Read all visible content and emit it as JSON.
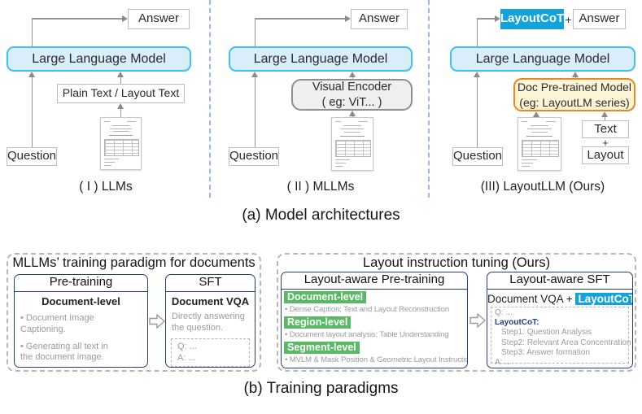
{
  "colors": {
    "accent_blue": "#14a2da",
    "llm_fill": "#d9edfb",
    "llm_border": "#3ec1f2",
    "doc_model_fill": "#fdf5d5",
    "doc_model_border": "#f0861f",
    "green_label": "#5ab964",
    "navy_border": "#24417c",
    "divider_blue": "#9fb6e2"
  },
  "captions": {
    "a": "(a) Model architectures",
    "b": "(b) Training paradigms"
  },
  "architectures": {
    "panels": [
      {
        "caption": "( I ) LLMs",
        "answer": "Answer",
        "llm": "Large Language Model",
        "input_box": "Plain Text / Layout Text",
        "question": "Question"
      },
      {
        "caption": "( II ) MLLMs",
        "answer": "Answer",
        "llm": "Large Language Model",
        "encoder_line1": "Visual Encoder",
        "encoder_line2": "( eg: ViT... )",
        "question": "Question"
      },
      {
        "caption": "(III) LayoutLLM (Ours)",
        "layoutcot": "LayoutCoT",
        "plus": "+",
        "answer": "Answer",
        "llm": "Large Language Model",
        "doc_model_line1": "Doc Pre-trained Model",
        "doc_model_line2": "(eg: LayoutLM series)",
        "question": "Question",
        "text_box": "Text",
        "plus2": "+",
        "layout_box": "Layout"
      }
    ]
  },
  "training": {
    "mllm": {
      "title": "MLLMs’ training paradigm for documents",
      "pretraining": {
        "header": "Pre-training",
        "subheader": "Document-level",
        "bullets": [
          "Document Image Captioning.",
          "Generating all text in the document image.",
          "..."
        ]
      },
      "sft": {
        "header": "SFT",
        "subheader": "Document VQA",
        "body": "Directly answering the question.",
        "qa": [
          "Q: ...",
          "A: ..."
        ]
      }
    },
    "ours": {
      "title": "Layout instruction tuning (Ours)",
      "pretraining": {
        "header": "Layout-aware Pre-training",
        "levels": [
          {
            "label": "Document-level",
            "bullet": "Dense Caption; Text and Layout Reconstruction"
          },
          {
            "label": "Region-level",
            "bullet": "Document layout analysis; Table Understanding"
          },
          {
            "label": "Segment-level",
            "bullet": "MVLM & Mask Position & Geometric Layout Instructions"
          }
        ]
      },
      "sft": {
        "header": "Layout-aware SFT",
        "subheader_prefix": "Document VQA + ",
        "subheader_highlight": "LayoutCoT",
        "cot": {
          "q": "Q: ...",
          "label": "LayoutCoT:",
          "steps": [
            "Step1: Question Analysis",
            "Step2: Relevant Area Concentration",
            "Step3: Answer formation"
          ],
          "a": "A: ..."
        }
      }
    }
  }
}
